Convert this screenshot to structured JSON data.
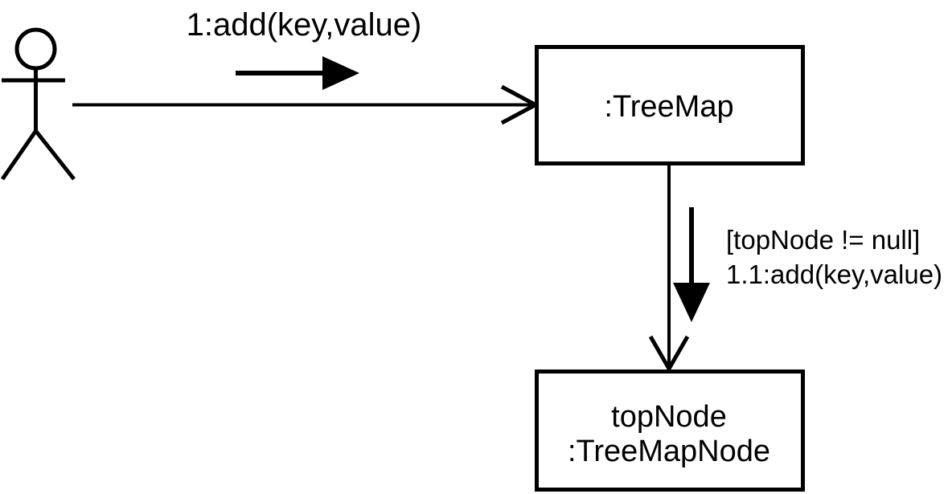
{
  "diagram": {
    "kind": "uml-communication-diagram",
    "background_color": "#ffffff",
    "line_color": "#000000",
    "text_color": "#000000",
    "actor": {
      "name": "actor-stick-figure",
      "label": ""
    },
    "messages": [
      {
        "id": "m1",
        "label": "1:add(key,value)",
        "from": "actor",
        "to": "treemap",
        "direction": "right",
        "arrow_style": "open",
        "marker_arrow_style": "filled"
      },
      {
        "id": "m11",
        "guard": "[topNode != null]",
        "label": "1.1:add(key,value)",
        "from": "treemap",
        "to": "topnode",
        "direction": "down",
        "arrow_style": "open",
        "marker_arrow_style": "filled"
      }
    ],
    "objects": [
      {
        "id": "treemap",
        "name": "treemap-object-box",
        "lines": [
          ":TreeMap"
        ]
      },
      {
        "id": "topnode",
        "name": "topnode-object-box",
        "lines": [
          "topNode",
          ":TreeMapNode"
        ]
      }
    ]
  }
}
